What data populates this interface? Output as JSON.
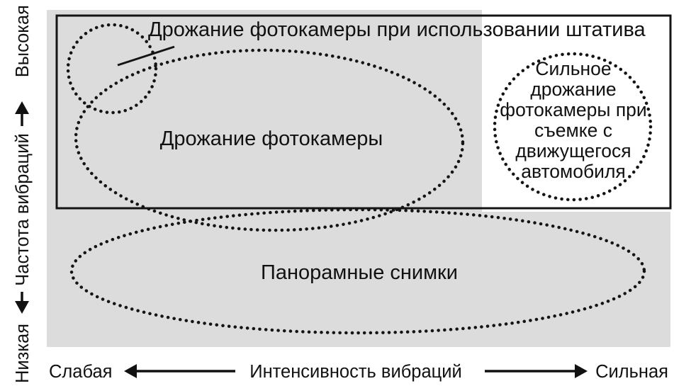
{
  "diagram": {
    "x_axis": {
      "low": "Слабая",
      "title": "Интенсивность вибраций",
      "high": "Сильная"
    },
    "y_axis": {
      "low": "Низкая",
      "title": "Частота вибраций",
      "high": "Высокая"
    },
    "regions": {
      "tripod": "Дрожание фотокамеры при использовании штатива",
      "camera_shake": "Дрожание фотокамеры",
      "vehicle_shake": [
        "Сильное",
        "дрожание",
        "фотокамеры при",
        "съемке с",
        "движущегося",
        "автомобиля"
      ],
      "panning": "Панорамные снимки"
    },
    "colors": {
      "background_area": "#dcdcdc",
      "lines": "#141414",
      "text": "#111111"
    }
  }
}
